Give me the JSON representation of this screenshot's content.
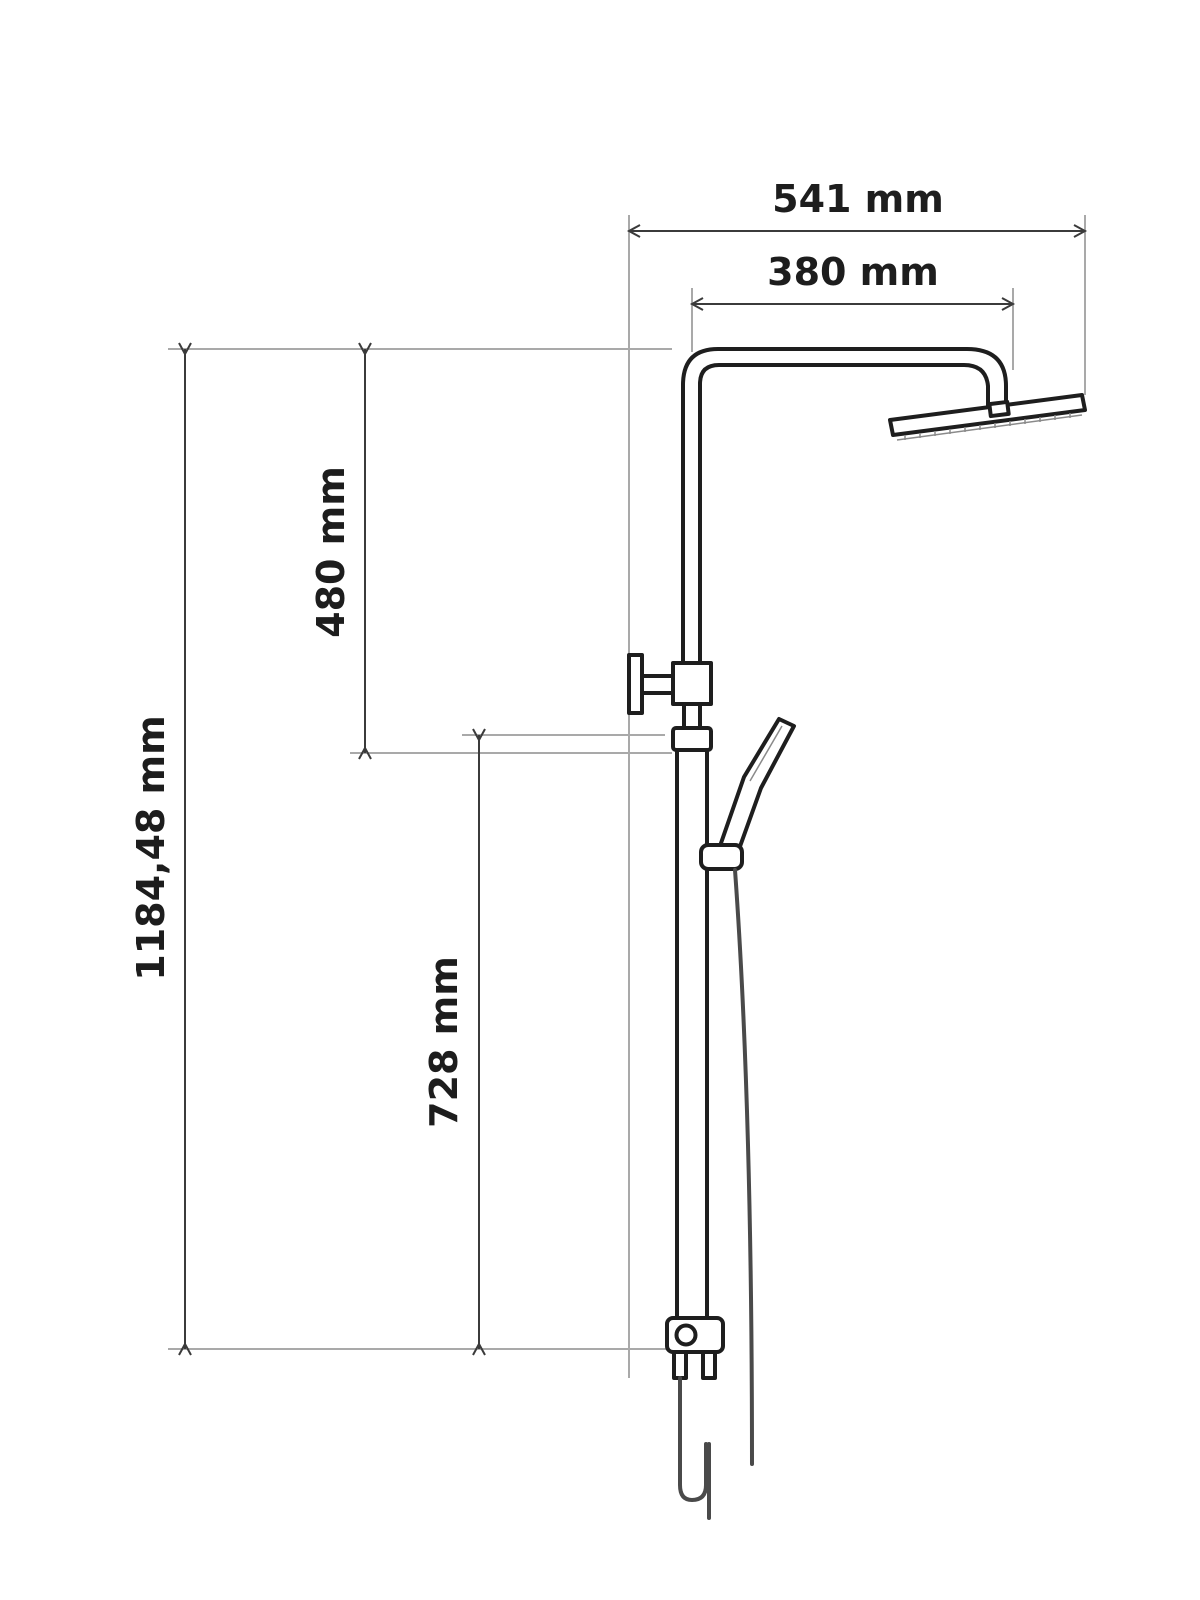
{
  "dimensions": {
    "overall_width": "541 mm",
    "arm_width": "380 mm",
    "upper_height": "480 mm",
    "total_height": "1184,48 mm",
    "lower_height": "728 mm"
  },
  "colors": {
    "line": "#1e1e1e",
    "dimension_line": "#3b3b3b",
    "extension_line": "#a9a9a9",
    "text": "#1d1d1d"
  }
}
